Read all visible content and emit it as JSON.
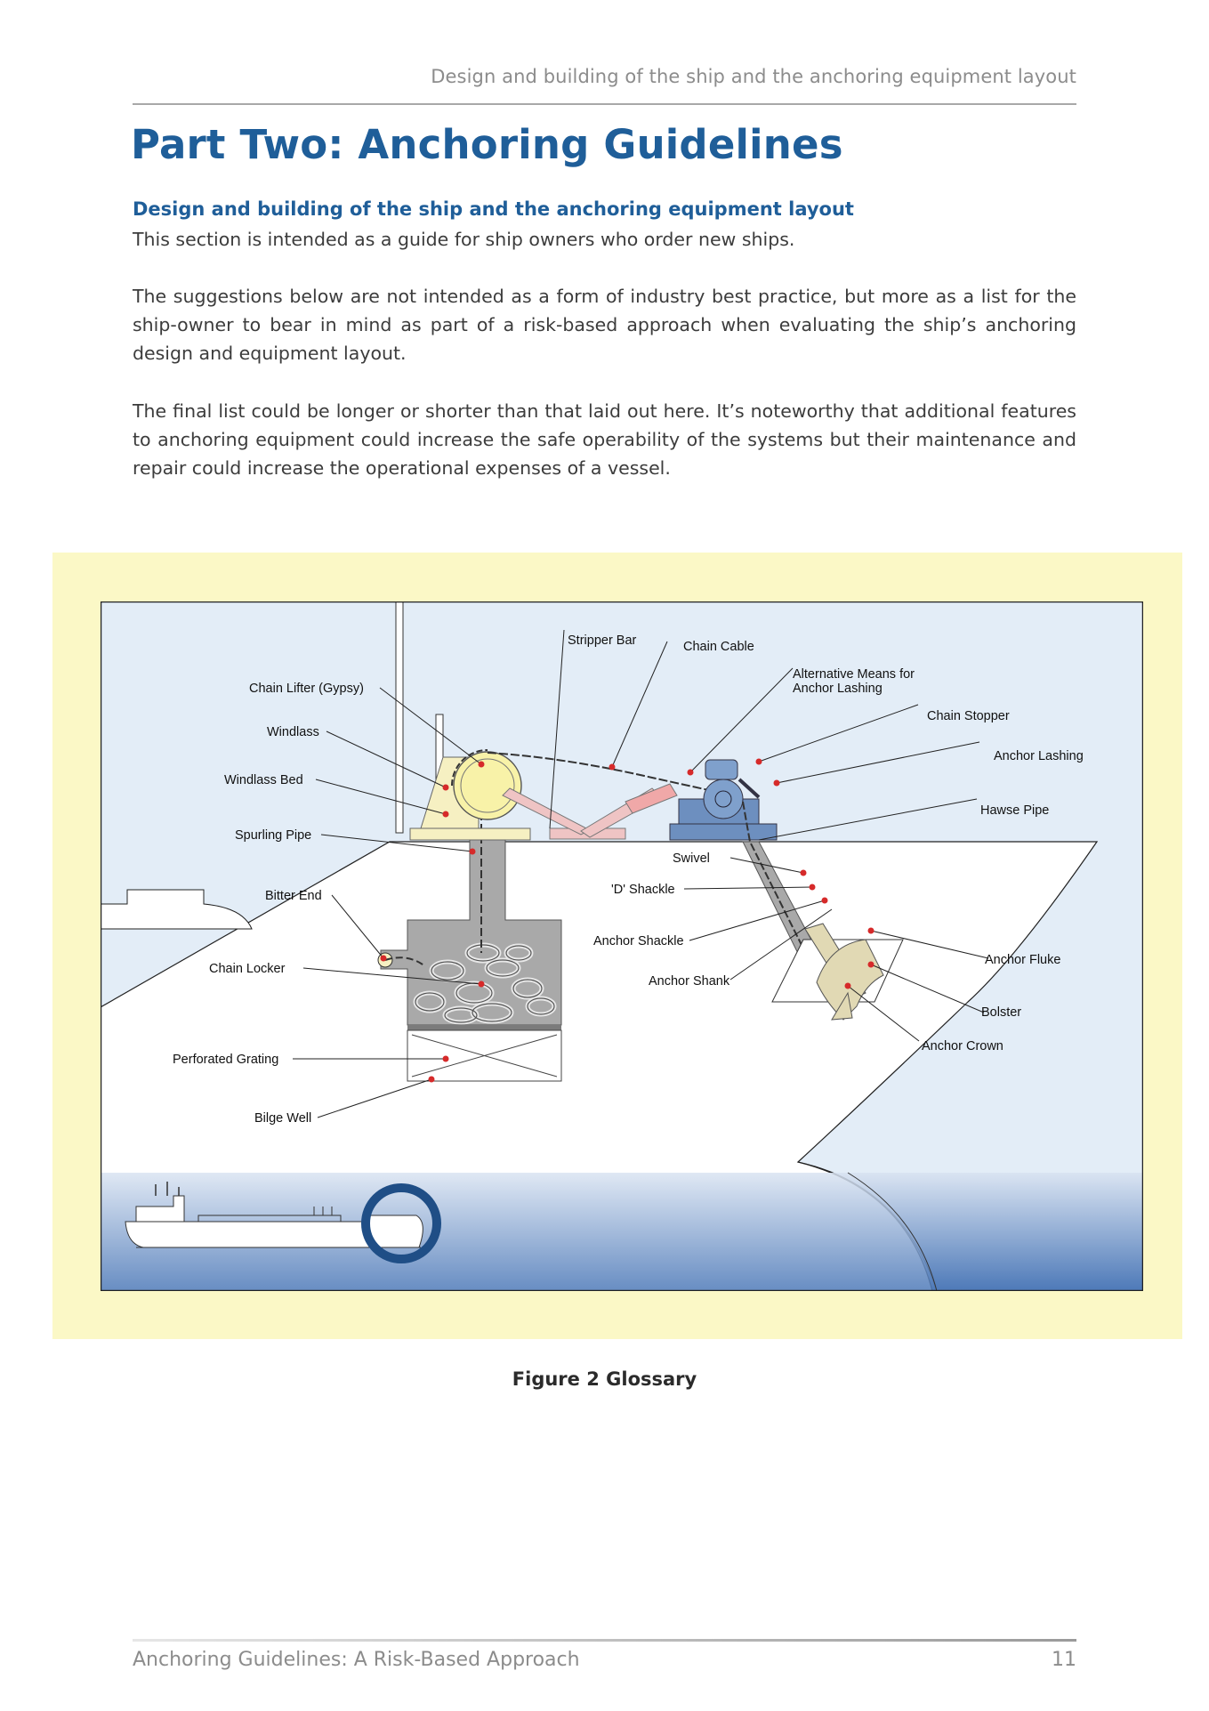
{
  "header": {
    "running_head": "Design and building of the ship and the anchoring equipment layout"
  },
  "title": "Part Two: Anchoring Guidelines",
  "section": {
    "heading": "Design and building of the ship and the anchoring equipment layout",
    "paragraphs": [
      "This section is intended as a guide for ship owners who order new ships.",
      "The suggestions below are not intended as a form of industry best practice, but more as a list for the ship-owner to bear in mind as part of a risk-based approach when evaluating the ship’s anchoring design and equipment layout.",
      "The final list could be longer or shorter than that laid out here. It’s noteworthy that additional features to anchoring equipment could increase the safe operability of the systems but their maintenance and repair could increase the operational expenses of a vessel."
    ]
  },
  "figure": {
    "caption": "Figure 2 Glossary",
    "labels": {
      "chain_lifter": "Chain Lifter (Gypsy)",
      "windlass": "Windlass",
      "windlass_bed": "Windlass Bed",
      "spurling_pipe": "Spurling Pipe",
      "bitter_end": "Bitter End",
      "chain_locker": "Chain Locker",
      "perforated_grating": "Perforated Grating",
      "bilge_well": "Bilge Well",
      "stripper_bar": "Stripper Bar",
      "chain_cable": "Chain Cable",
      "alt_means_1": "Alternative Means for",
      "alt_means_2": "Anchor Lashing",
      "chain_stopper": "Chain Stopper",
      "anchor_lashing": "Anchor Lashing",
      "hawse_pipe": "Hawse Pipe",
      "swivel": "Swivel",
      "d_shackle": "'D' Shackle",
      "anchor_shackle": "Anchor Shackle",
      "anchor_shank": "Anchor Shank",
      "anchor_fluke": "Anchor Fluke",
      "bolster": "Bolster",
      "anchor_crown": "Anchor Crown"
    },
    "colors": {
      "panel_bg": "#fbf8c6",
      "sky": "#e3edf7",
      "sea_top": "#d7e2f1",
      "sea_bottom": "#4d79b8",
      "equipment_yellow": "#f6f0c2",
      "stripper_pink": "#efc4c4",
      "stopper_blue": "#6d8fbf",
      "locker_grey": "#a6a6a6",
      "leader_dot": "#d62a2a"
    }
  },
  "footer": {
    "title": "Anchoring Guidelines: A Risk-Based Approach",
    "page": "11"
  }
}
